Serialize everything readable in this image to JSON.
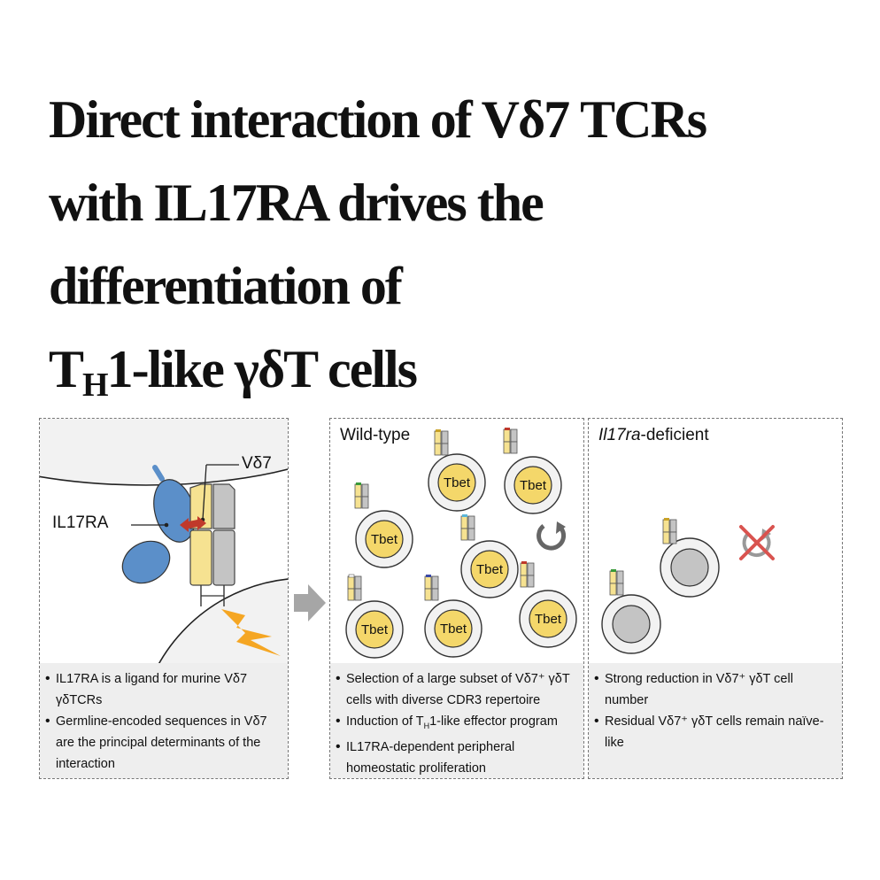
{
  "title": {
    "line1": "Direct interaction of Vδ7 TCRs",
    "line2": "with IL17RA drives the",
    "line3": "differentiation of",
    "line4_pre": "T",
    "line4_sub": "H",
    "line4_post": "1-like γδT cells"
  },
  "panel1": {
    "label_receptor": "IL17RA",
    "label_tcr": "Vδ7",
    "notes": [
      "IL17RA is a ligand for murine Vδ7 γδTCRs",
      "Germline-encoded sequences in Vδ7 are the principal determinants of the interaction"
    ]
  },
  "panel2": {
    "heading": "Wild-type",
    "cell_label": "Tbet",
    "note1": "Selection of a large subset of Vδ7⁺ γδT cells with diverse CDR3 repertoire",
    "note2_pre": "Induction of T",
    "note2_sub": "H",
    "note2_post": "1-like effector program",
    "note3": "IL17RA-dependent peripheral homeostatic proliferation"
  },
  "panel3": {
    "heading_italic": "Il17ra",
    "heading_rest": "-deficient",
    "notes": [
      "Strong reduction in Vδ7⁺ γδT cell number",
      "Residual Vδ7⁺ γδT cells remain naïve-like"
    ]
  },
  "colors": {
    "receptor_blue": "#5b8fc9",
    "tcr_yellow": "#f6e291",
    "tcr_gray": "#c4c4c4",
    "nucleus_yellow": "#f4d76a",
    "signal_orange": "#f5a623",
    "interaction_red": "#c0392b",
    "arrow_gray": "#a6a6a6"
  }
}
